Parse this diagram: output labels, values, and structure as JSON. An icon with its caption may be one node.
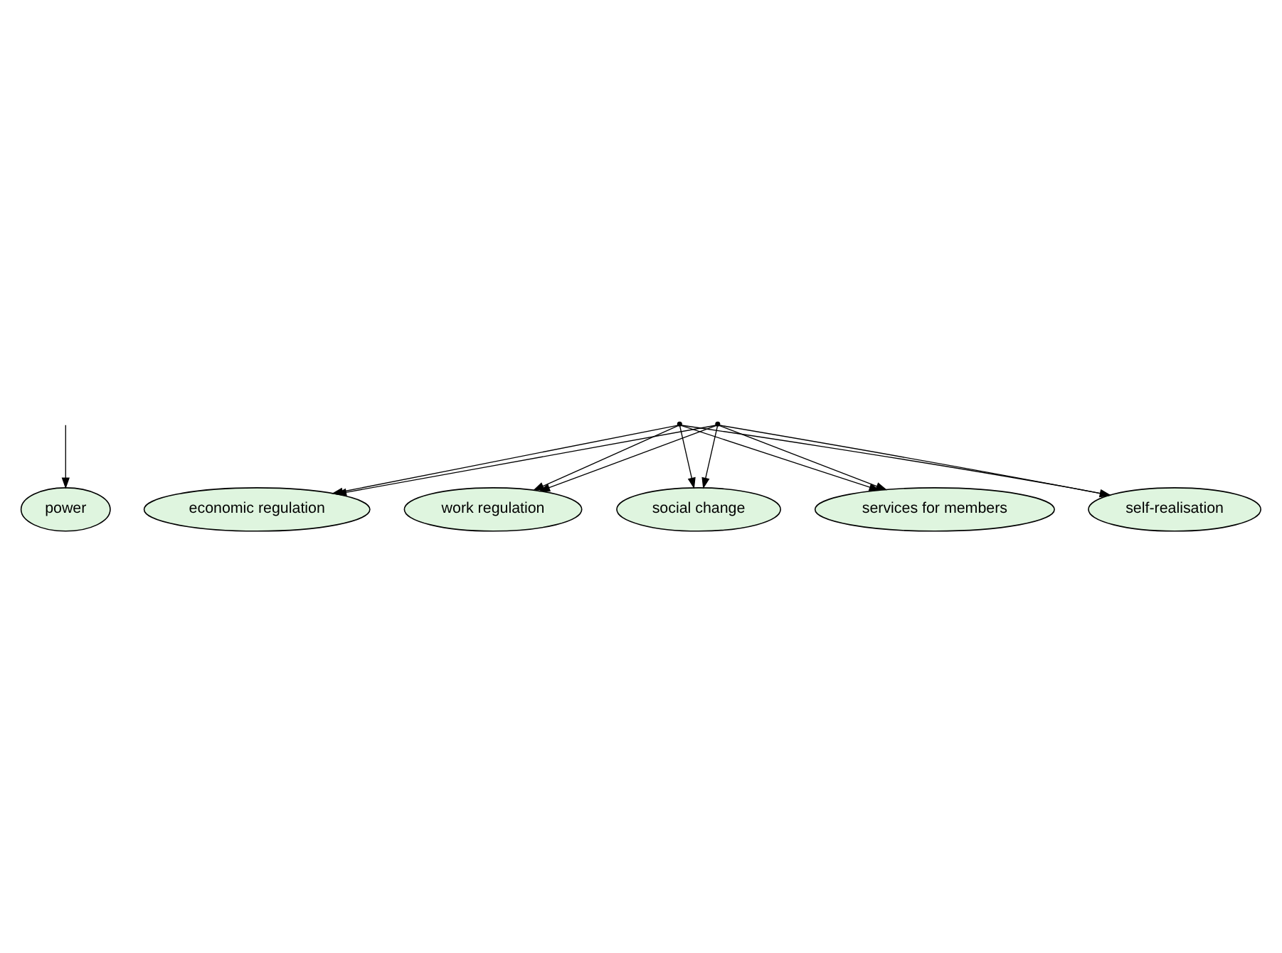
{
  "diagram": {
    "nodes": [
      {
        "text": [
          "power"
        ]
      },
      {
        "text": [
          "self-realisation"
        ]
      },
      {
        "text": [
          "economic regulation"
        ]
      },
      {
        "text": [
          "work regulation"
        ]
      },
      {
        "text": [
          "social change"
        ]
      },
      {
        "text": [
          "services for members"
        ]
      },
      {
        "text": [],
        "shape": "point"
      },
      {
        "text": [],
        "shape": "point"
      }
    ],
    "edges": [
      {
        "from": null,
        "to": 0,
        "arrow": "to"
      },
      {
        "from": 6,
        "to": 1,
        "arrow": "to"
      },
      {
        "from": 6,
        "to": 2,
        "arrow": "to"
      },
      {
        "from": 6,
        "to": 3,
        "arrow": "to"
      },
      {
        "from": 6,
        "to": 4,
        "arrow": "to"
      },
      {
        "from": 6,
        "to": 5,
        "arrow": "to"
      },
      {
        "from": 7,
        "to": 1,
        "arrow": "to"
      },
      {
        "from": 7,
        "to": 2,
        "arrow": "to"
      },
      {
        "from": 7,
        "to": 3,
        "arrow": "to"
      },
      {
        "from": 7,
        "to": 4,
        "arrow": "to"
      },
      {
        "from": 7,
        "to": 5,
        "arrow": "to"
      }
    ]
  }
}
